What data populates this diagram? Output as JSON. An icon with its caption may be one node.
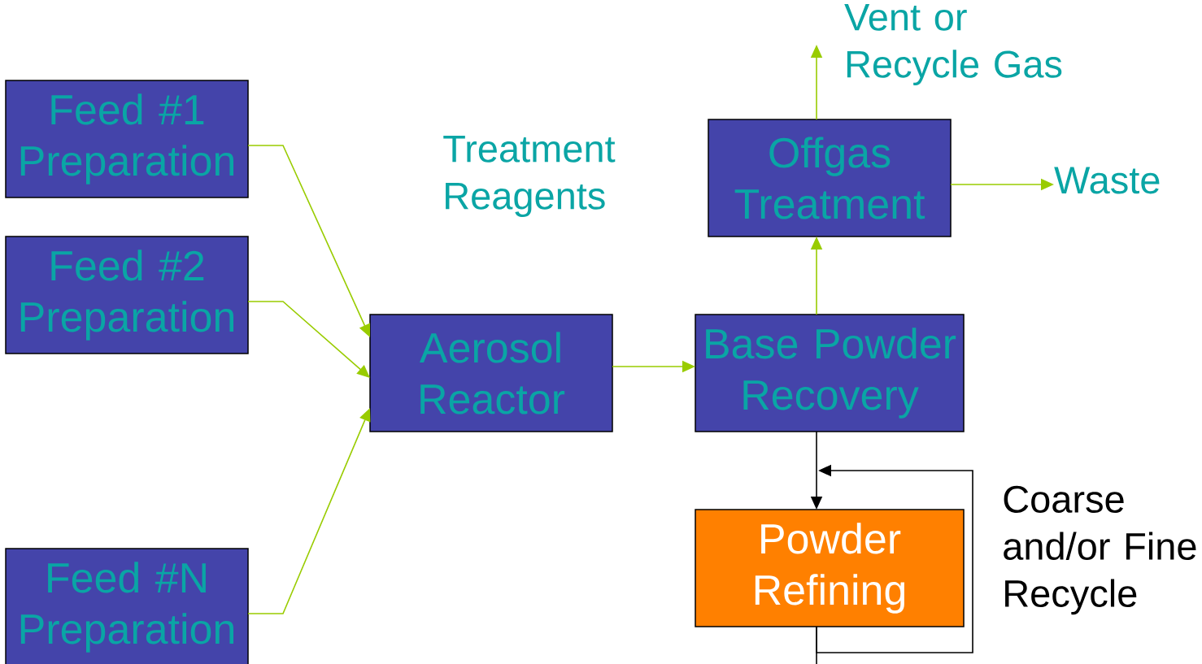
{
  "diagram": {
    "nodes": [
      {
        "text": [
          "Feed #1 Preparation"
        ]
      },
      {
        "text": [
          "Feed #2 Preparation"
        ]
      },
      {
        "text": [
          "Feed #N Preparation"
        ]
      },
      {
        "text": [
          "Aerosol Reactor"
        ]
      },
      {
        "text": [
          "Offgas Treatment"
        ]
      },
      {
        "text": [
          "Base Powder Recovery"
        ]
      },
      {
        "text": [
          "Powder Refining"
        ]
      },
      {
        "text": [
          "Vent or Recycle Gas"
        ]
      },
      {
        "text": [
          "Waste"
        ]
      }
    ],
    "edges": [
      {
        "from": 0,
        "to": 3,
        "arrow": "to"
      },
      {
        "from": 1,
        "to": 3,
        "arrow": "to"
      },
      {
        "from": 2,
        "to": 3,
        "arrow": "to"
      },
      {
        "from": 3,
        "to": 5,
        "arrow": "to"
      },
      {
        "from": 5,
        "to": 4,
        "arrow": "to"
      },
      {
        "from": 4,
        "to": 7,
        "arrow": "to"
      },
      {
        "from": 4,
        "to": 8,
        "arrow": "to"
      },
      {
        "from": 5,
        "to": 6,
        "arrow": "to",
        "color": "#000000"
      },
      {
        "from": 6,
        "to": null,
        "arrow": "to",
        "color": "#000000"
      },
      {
        "from": 6,
        "to": null,
        "arrow": "none",
        "color": "#000000"
      }
    ],
    "labels": [
      "Treatment Reagents",
      "Coarse and/or Fine Recycle"
    ]
  }
}
